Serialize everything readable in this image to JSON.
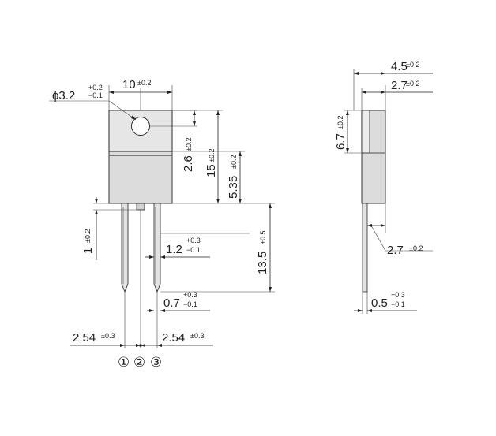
{
  "front_view": {
    "hole_dia": {
      "main": "ϕ3.2",
      "plus": "+0.2",
      "minus": "−0.1"
    },
    "width": {
      "main": "10",
      "tol": "±0.2"
    },
    "hole_offset": {
      "main": "2.6",
      "tol": "±0.2"
    },
    "body_height": {
      "main": "15",
      "tol": "±0.2"
    },
    "tab_height": {
      "main": "5.35",
      "tol": "±0.2"
    },
    "standoff": {
      "main": "1",
      "tol": "±0.2"
    },
    "lead_width": {
      "main": "1.2",
      "plus": "+0.3",
      "minus": "−0.1"
    },
    "lead_length": {
      "main": "13.5",
      "tol": "±0.5"
    },
    "lead_thickness": {
      "main": "0.7",
      "plus": "+0.3",
      "minus": "−0.1"
    },
    "pitch_left": {
      "main": "2.54",
      "tol": "±0.3"
    },
    "pitch_right": {
      "main": "2.54",
      "tol": "±0.3"
    },
    "pins": [
      "①",
      "②",
      "③"
    ]
  },
  "side_view": {
    "total_thickness": {
      "main": "4.5",
      "tol": "±0.2"
    },
    "body_thickness": {
      "main": "2.7",
      "tol": "±0.2"
    },
    "tab_length": {
      "main": "6.7",
      "tol": "±0.2"
    },
    "lead_offset": {
      "main": "2.7",
      "tol": "±0.2"
    },
    "lead_thk": {
      "main": "0.5",
      "plus": "+0.3",
      "minus": "−0.1"
    }
  }
}
